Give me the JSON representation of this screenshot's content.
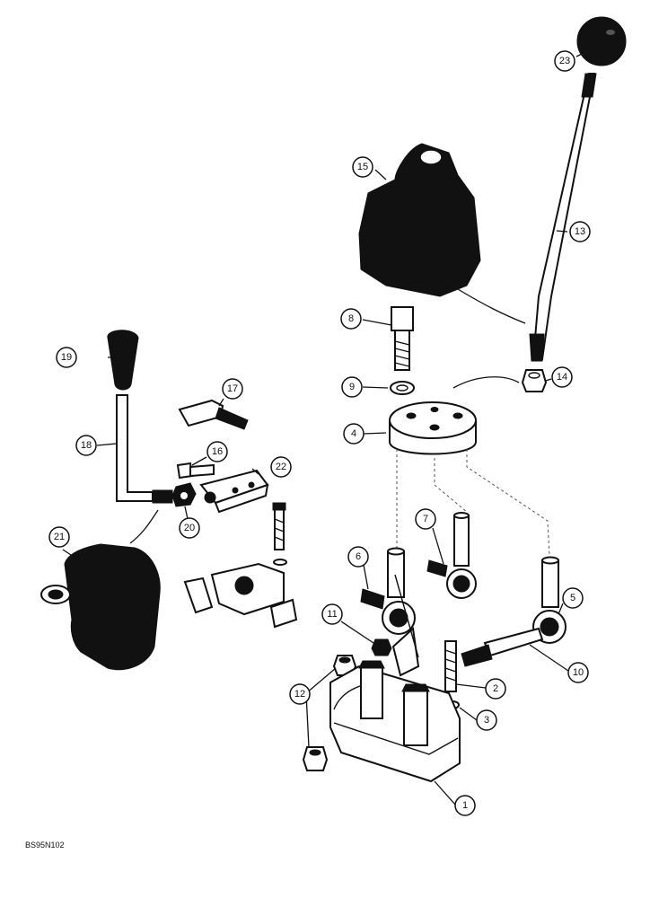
{
  "figure_code": "BS95N102",
  "callouts": [
    {
      "id": "c1",
      "label": "1"
    },
    {
      "id": "c2",
      "label": "2"
    },
    {
      "id": "c3",
      "label": "3"
    },
    {
      "id": "c4",
      "label": "4"
    },
    {
      "id": "c5",
      "label": "5"
    },
    {
      "id": "c6",
      "label": "6"
    },
    {
      "id": "c7",
      "label": "7"
    },
    {
      "id": "c8",
      "label": "8"
    },
    {
      "id": "c9",
      "label": "9"
    },
    {
      "id": "c10",
      "label": "10"
    },
    {
      "id": "c11",
      "label": "11"
    },
    {
      "id": "c12",
      "label": "12"
    },
    {
      "id": "c13",
      "label": "13"
    },
    {
      "id": "c14",
      "label": "14"
    },
    {
      "id": "c15",
      "label": "15"
    },
    {
      "id": "c16",
      "label": "16"
    },
    {
      "id": "c17",
      "label": "17"
    },
    {
      "id": "c18",
      "label": "18"
    },
    {
      "id": "c19",
      "label": "19"
    },
    {
      "id": "c20",
      "label": "20"
    },
    {
      "id": "c21",
      "label": "21"
    },
    {
      "id": "c22",
      "label": "22"
    },
    {
      "id": "c23",
      "label": "23"
    }
  ]
}
